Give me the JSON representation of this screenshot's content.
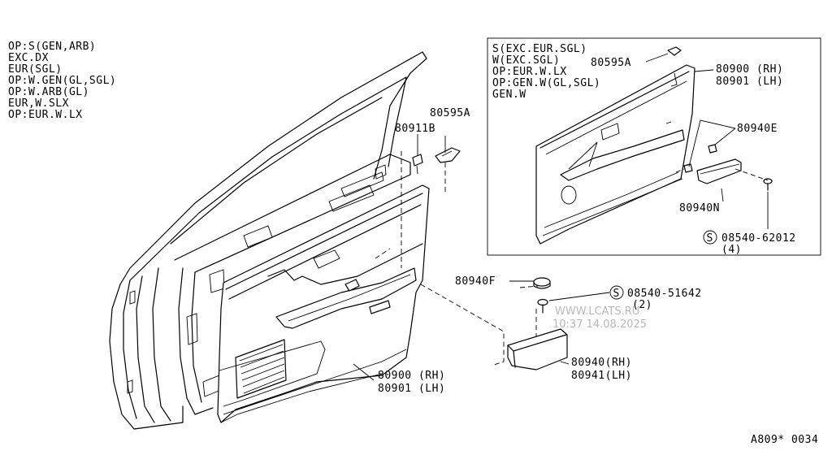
{
  "condition_notes": [
    "OP:S(GEN,ARB)",
    "EXC.DX",
    "EUR(SGL)",
    "OP:W.GEN(GL,SGL)",
    "OP:W.ARB(GL)",
    "EUR,W.SLX",
    "OP:EUR.W.LX"
  ],
  "inset": {
    "conditions": [
      "S(EXC.EUR.SGL)",
      "W(EXC.SGL)",
      "OP:EUR.W.LX",
      "OP:GEN.W(GL,SGL)",
      "GEN.W"
    ],
    "part_80595A": "80595A",
    "panel_rh": "80900 (RH)",
    "panel_lh": "80901 (LH)",
    "part_80940E": "80940E",
    "part_80940N": "80940N",
    "screw_code": "08540-62012",
    "screw_qty": "(4)"
  },
  "main": {
    "part_80595A": "80595A",
    "part_80911B": "80911B",
    "part_80940F": "80940F",
    "screw_code": "08540-51642",
    "screw_qty": "(2)",
    "armrest_rh": "80940(RH)",
    "armrest_lh": "80941(LH)",
    "panel_rh": "80900 (RH)",
    "panel_lh": "80901 (LH)"
  },
  "watermark": {
    "site": "WWW.LCATS.RU",
    "timestamp": "10:37 14.08.2025"
  },
  "diagram_code": "A809* 0034",
  "screw_symbol": "S"
}
